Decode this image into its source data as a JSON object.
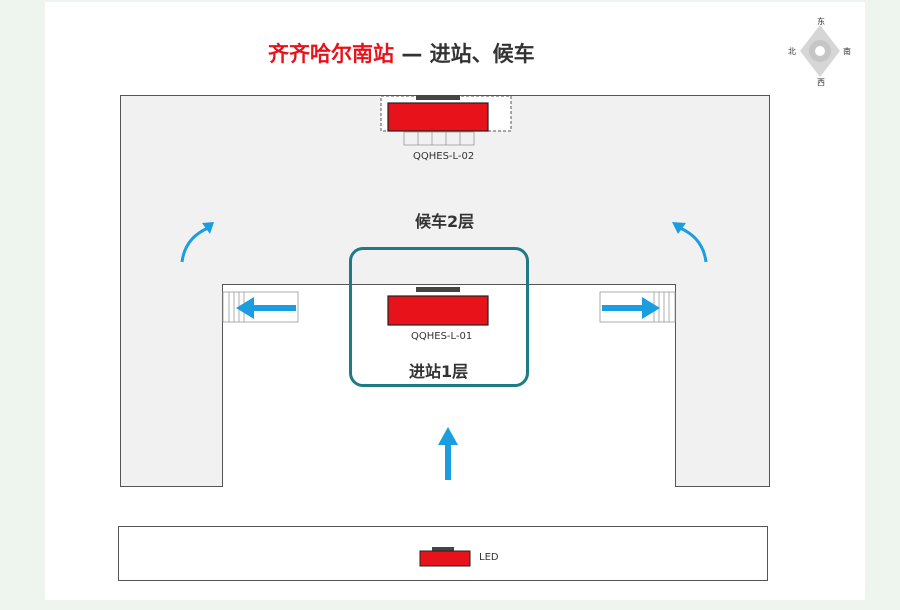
{
  "title": {
    "station": "齐齐哈尔南站",
    "subtitle": "— 进站、候车"
  },
  "compass": {
    "north": "北",
    "east": "东",
    "south": "南",
    "west": "西"
  },
  "screens": [
    {
      "code": "QQHES-L-02"
    },
    {
      "code": "QQHES-L-01"
    }
  ],
  "floors": {
    "waiting": "候车2层",
    "entry": "进站1层"
  },
  "legend": {
    "led_label": "LED"
  },
  "colors": {
    "accent_red": "#e8121a",
    "arrow_blue": "#1a9ee0",
    "highlight_teal": "#1f7a86"
  }
}
